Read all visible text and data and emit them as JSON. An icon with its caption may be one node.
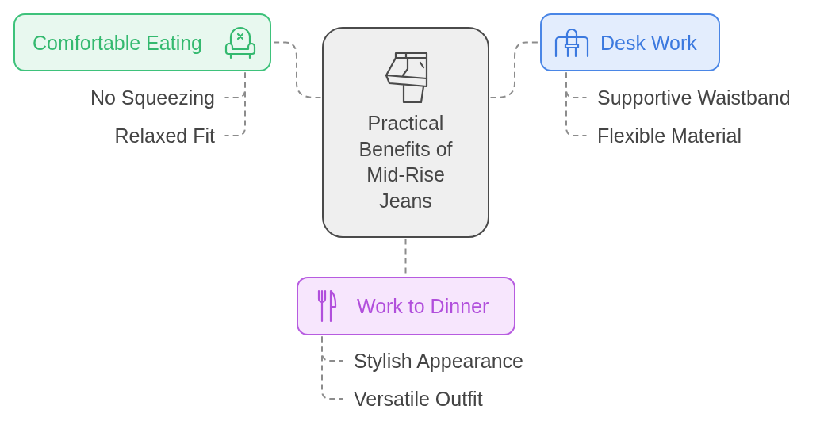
{
  "diagram": {
    "nodes": [
      {
        "text": [
          "Practical Benefits of Mid-Rise Jeans"
        ]
      },
      {
        "text": [
          "Comfortable Eating"
        ]
      },
      {
        "text": [
          "No Squeezing"
        ]
      },
      {
        "text": [
          "Relaxed Fit"
        ]
      },
      {
        "text": [
          "Desk Work"
        ]
      },
      {
        "text": [
          "Supportive Waistband"
        ]
      },
      {
        "text": [
          "Flexible Material"
        ]
      },
      {
        "text": [
          "Work to Dinner"
        ]
      },
      {
        "text": [
          "Stylish Appearance"
        ]
      },
      {
        "text": [
          "Versatile Outfit"
        ]
      }
    ],
    "edges": [
      {
        "from": 0,
        "to": 1,
        "arrow": "none",
        "style": "dashed"
      },
      {
        "from": 0,
        "to": 4,
        "arrow": "none",
        "style": "dashed"
      },
      {
        "from": 0,
        "to": 7,
        "arrow": "none",
        "style": "dashed"
      },
      {
        "from": 1,
        "to": 2,
        "arrow": "none",
        "style": "dashed"
      },
      {
        "from": 1,
        "to": 3,
        "arrow": "none",
        "style": "dashed"
      },
      {
        "from": 4,
        "to": 5,
        "arrow": "none",
        "style": "dashed"
      },
      {
        "from": 4,
        "to": 6,
        "arrow": "none",
        "style": "dashed"
      },
      {
        "from": 7,
        "to": 8,
        "arrow": "none",
        "style": "dashed"
      },
      {
        "from": 7,
        "to": 9,
        "arrow": "none",
        "style": "dashed"
      }
    ]
  }
}
